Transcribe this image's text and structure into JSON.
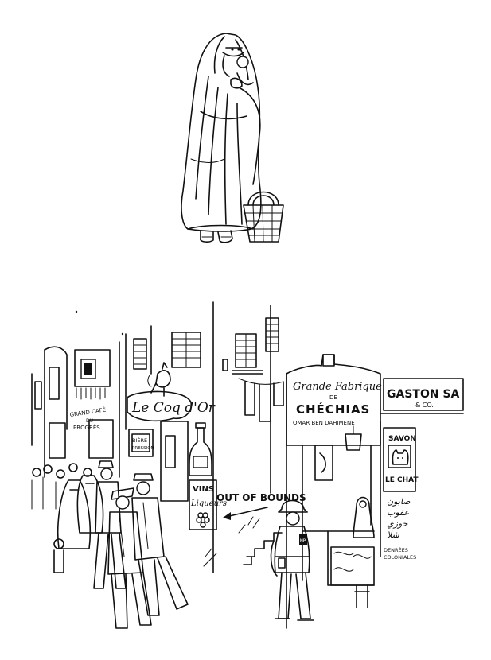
{
  "signs": {
    "cafe_line1": "GRAND CAFÉ",
    "cafe_line2": "DU",
    "cafe_line3": "PROGRÈS",
    "coq_dor": "Le Coq d'Or",
    "biere": "BIÈRE",
    "pression": "PRESSION",
    "vins": "VINS",
    "liqueurs": "Liqueurs",
    "out_of_bounds": "OUT OF BOUNDS",
    "fabrique_line1": "Grande Fabrique",
    "fabrique_line2": "DE",
    "chechias": "CHÉCHIAS",
    "omar": "OMAR BEN DAHIMENE",
    "gaston_line1": "GASTON SA",
    "gaston_line2": "& CO.",
    "savon": "SAVON",
    "le_chat": "LE CHAT",
    "arabic_1": "صابون",
    "arabic_2": "عقوب",
    "arabic_3": "خوزي",
    "arabic_4": "شلا",
    "denrees": "DENRÉES",
    "coloniales": "COLONIALES",
    "mp_band": "MP"
  }
}
